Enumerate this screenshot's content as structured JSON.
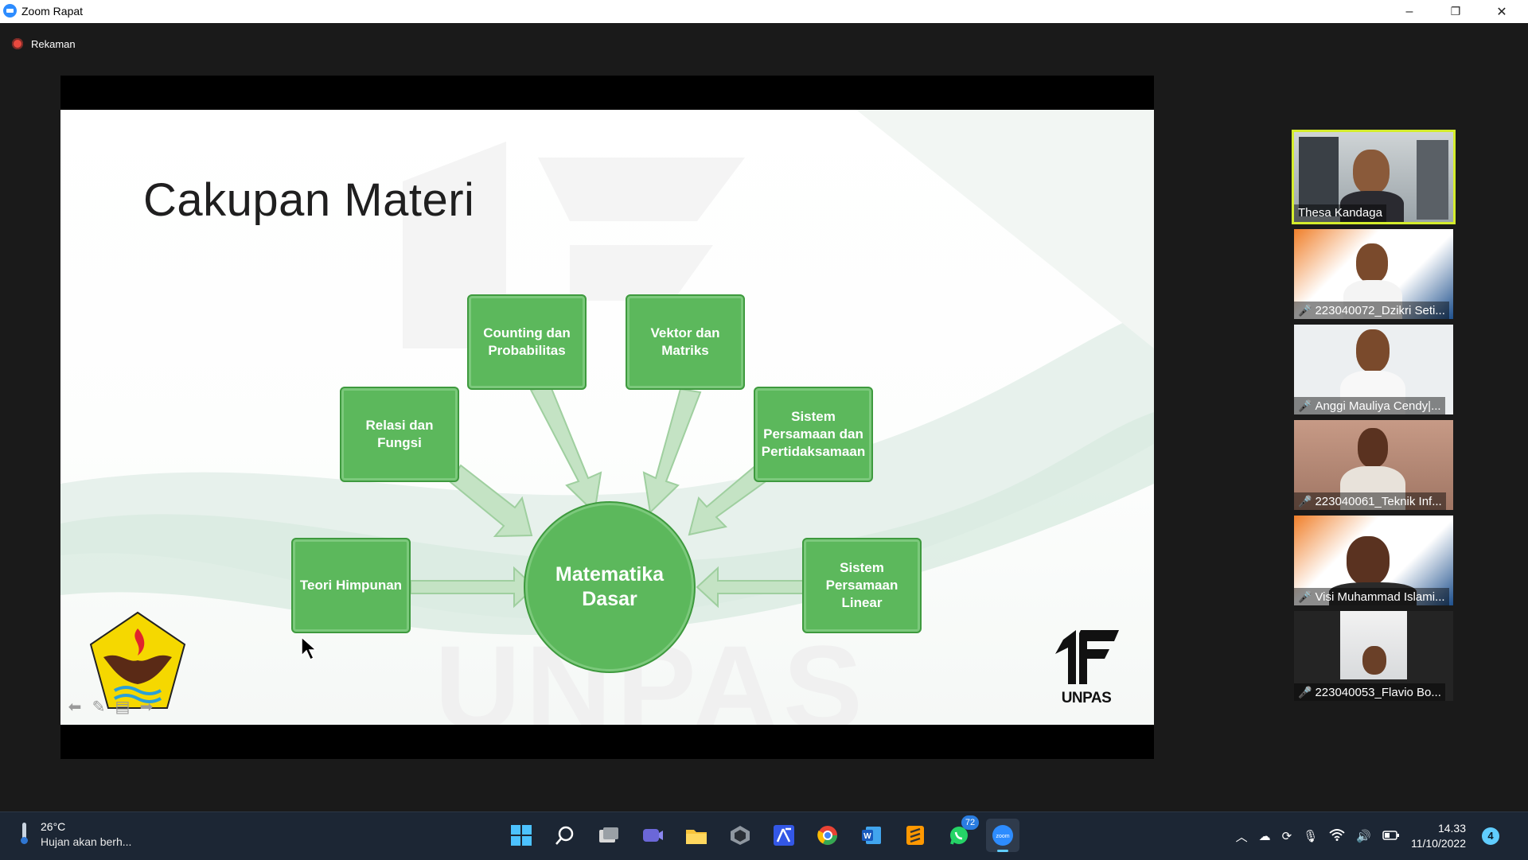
{
  "window": {
    "title": "Zoom Rapat",
    "controls": [
      "–",
      "❐",
      "✕"
    ]
  },
  "recording": {
    "label": "Rekaman"
  },
  "slide": {
    "title": "Cakupan Materi",
    "center": "Matematika Dasar",
    "topics": [
      "Counting dan Probabilitas",
      "Vektor dan Matriks",
      "Relasi dan Fungsi",
      "Sistem Persamaan dan Pertidaksamaan",
      "Teori Himpunan",
      "Sistem Persamaan Linear"
    ],
    "logo_text": "UNPAS",
    "watermark": "UNPAS"
  },
  "participants": [
    {
      "name": "Thesa Kandaga",
      "muted": false,
      "active": true
    },
    {
      "name": "223040072_Dzikri Seti...",
      "muted": true
    },
    {
      "name": "Anggi Mauliya Cendy|...",
      "muted": true
    },
    {
      "name": "223040061_Teknik Inf...",
      "muted": true
    },
    {
      "name": "Visi Muhammad Islami...",
      "muted": true
    },
    {
      "name": "223040053_Flavio Bo...",
      "muted": true
    }
  ],
  "taskbar": {
    "weather_temp": "26°C",
    "weather_desc": "Hujan akan berh...",
    "whatsapp_badge": "72",
    "time": "14.33",
    "date": "11/10/2022",
    "notifications": "4"
  },
  "colors": {
    "node_green": "#5cb85c",
    "zoom_blue": "#2D8CFF",
    "active_border": "#d4ec2c"
  }
}
